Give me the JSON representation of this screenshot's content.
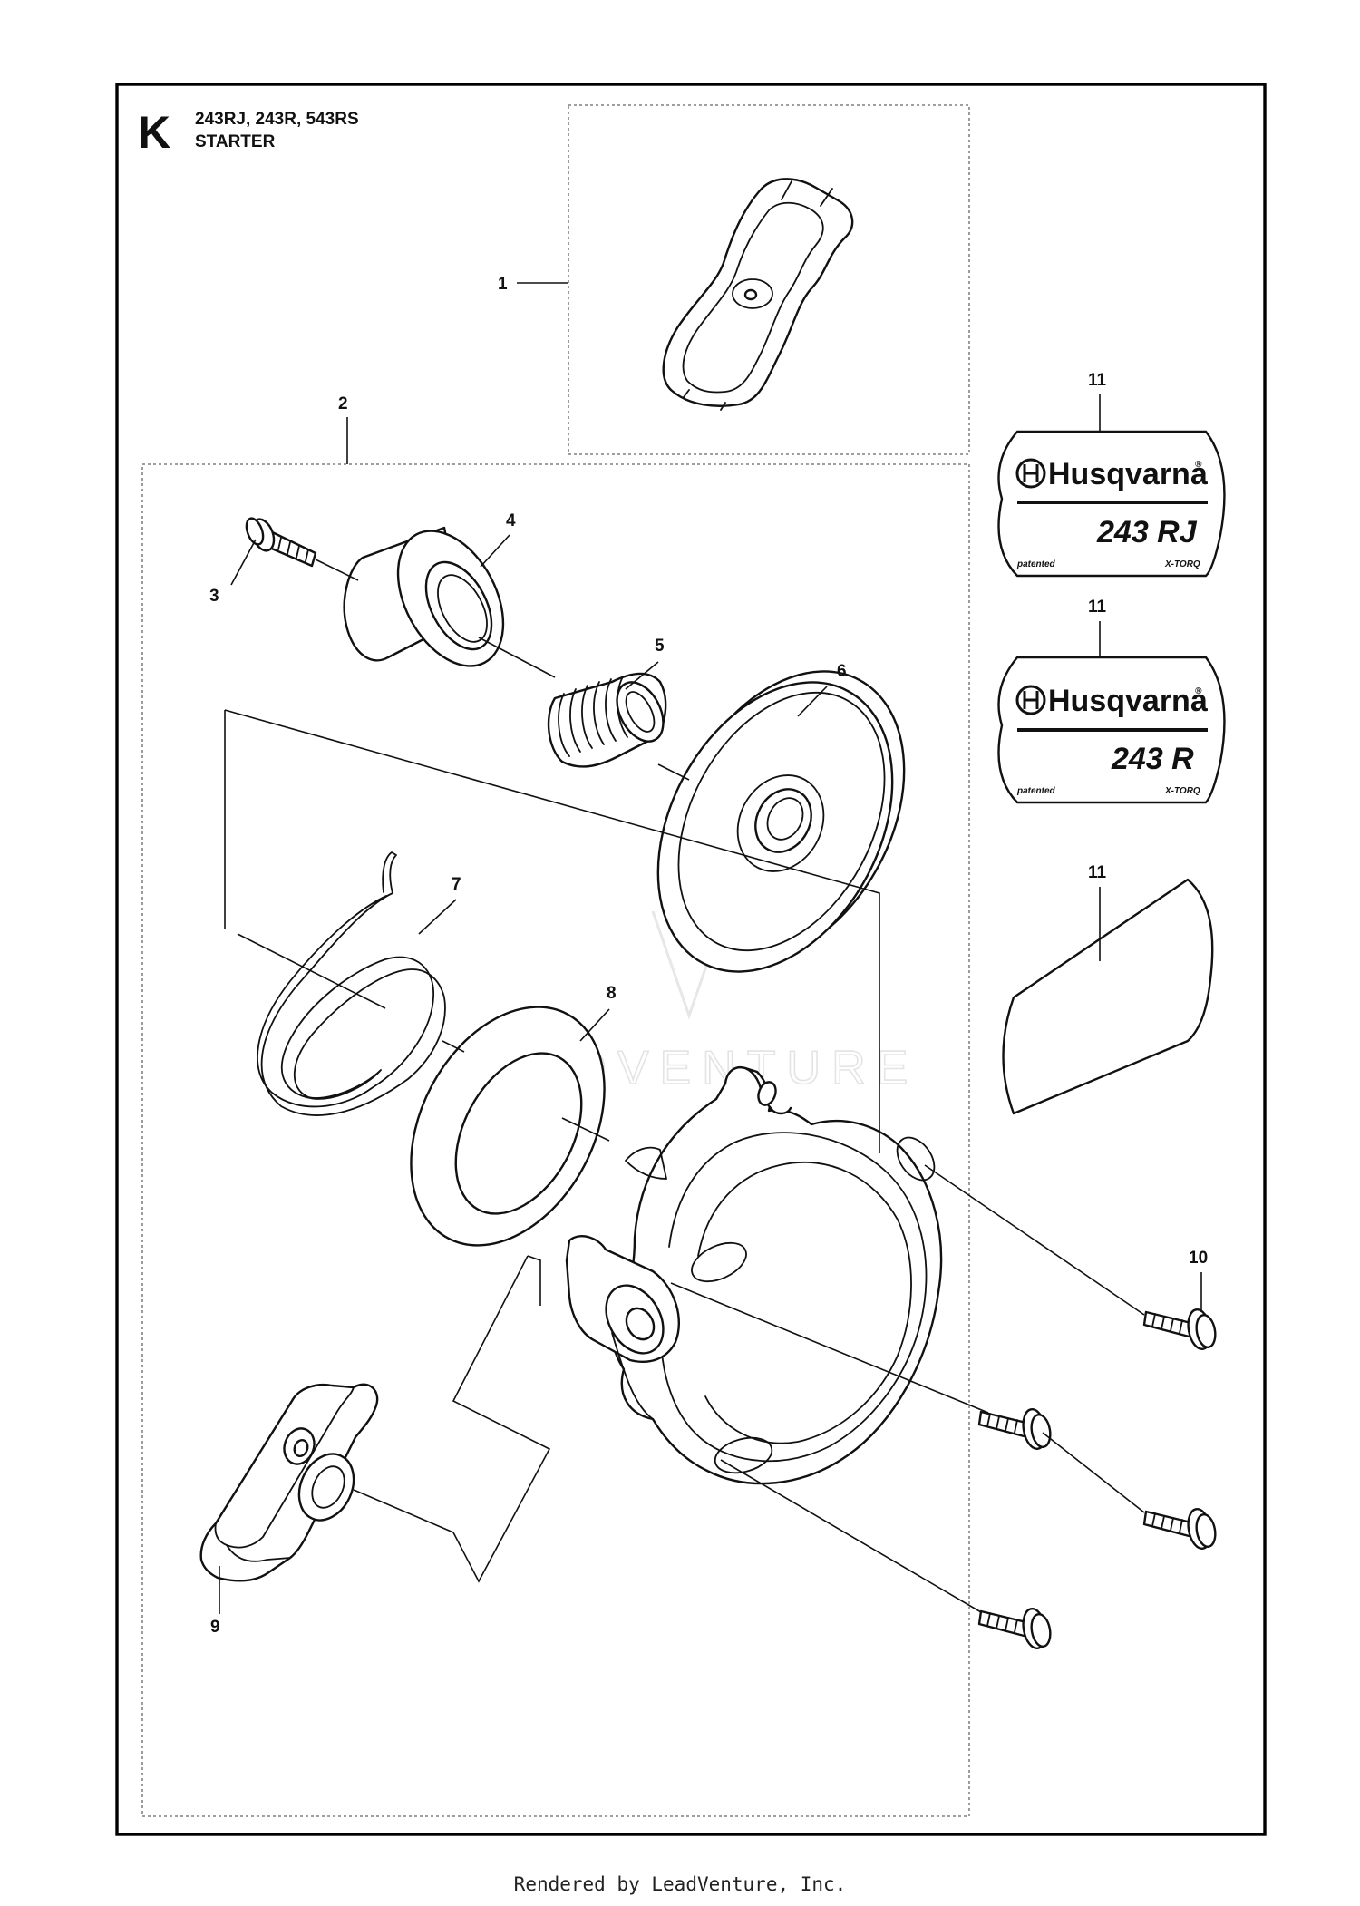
{
  "section": {
    "letter": "K",
    "models": "243RJ, 243R, 543RS",
    "name": "STARTER"
  },
  "callouts": [
    "1",
    "2",
    "3",
    "4",
    "5",
    "6",
    "7",
    "8",
    "9",
    "10",
    "11",
    "11",
    "11"
  ],
  "decals": [
    {
      "brand": "Husqvarna",
      "model": "243 RJ",
      "note_left": "patented",
      "note_right": "X-TORQ"
    },
    {
      "brand": "Husqvarna",
      "model": "243 R",
      "note_left": "patented",
      "note_right": "X-TORQ"
    }
  ],
  "registered_mark": "®",
  "watermark": "LEADVENTURE",
  "footer": "Rendered by LeadVenture, Inc."
}
